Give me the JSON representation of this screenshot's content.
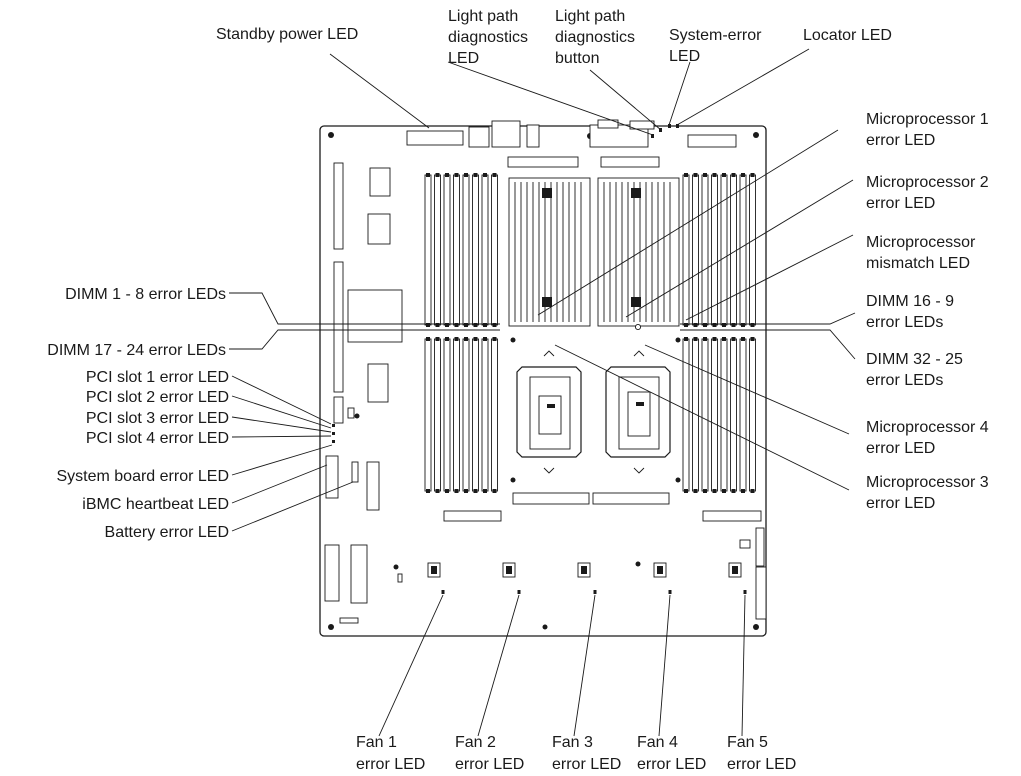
{
  "title": "",
  "labels": {
    "standby_power_led": [
      "Standby power LED"
    ],
    "light_path_led": [
      "Light path",
      "diagnostics",
      "LED"
    ],
    "light_path_button": [
      "Light path",
      "diagnostics",
      "button"
    ],
    "system_error_led": [
      "System-error",
      "LED"
    ],
    "locator_led": [
      "Locator LED"
    ],
    "mp1_error_led": [
      "Microprocessor 1",
      "error LED"
    ],
    "mp2_error_led": [
      "Microprocessor 2",
      "error LED"
    ],
    "mp_mismatch_led": [
      "Microprocessor",
      "mismatch LED"
    ],
    "dimm_16_9": [
      "DIMM 16 - 9",
      "error LEDs"
    ],
    "dimm_32_25": [
      "DIMM 32 - 25",
      "error LEDs"
    ],
    "mp4_error_led": [
      "Microprocessor 4",
      "error LED"
    ],
    "mp3_error_led": [
      "Microprocessor 3",
      "error LED"
    ],
    "dimm_1_8": [
      "DIMM 1 - 8 error LEDs"
    ],
    "dimm_17_24": [
      "DIMM 17 - 24 error LEDs"
    ],
    "pci_slot_1": [
      "PCI slot 1 error LED"
    ],
    "pci_slot_2": [
      "PCI slot 2 error LED"
    ],
    "pci_slot_3": [
      "PCI slot 3 error LED"
    ],
    "pci_slot_4": [
      "PCI slot 4 error LED"
    ],
    "system_board_error": [
      "System board error LED"
    ],
    "ibmc_heartbeat": [
      "iBMC heartbeat LED"
    ],
    "battery_error": [
      "Battery error LED"
    ],
    "fan_1": [
      "Fan 1",
      "error LED"
    ],
    "fan_2": [
      "Fan 2",
      "error LED"
    ],
    "fan_3": [
      "Fan 3",
      "error LED"
    ],
    "fan_4": [
      "Fan 4",
      "error LED"
    ],
    "fan_5": [
      "Fan 5",
      "error LED"
    ]
  },
  "colors": {
    "ink": "#1a1a1a",
    "background": "#ffffff"
  }
}
